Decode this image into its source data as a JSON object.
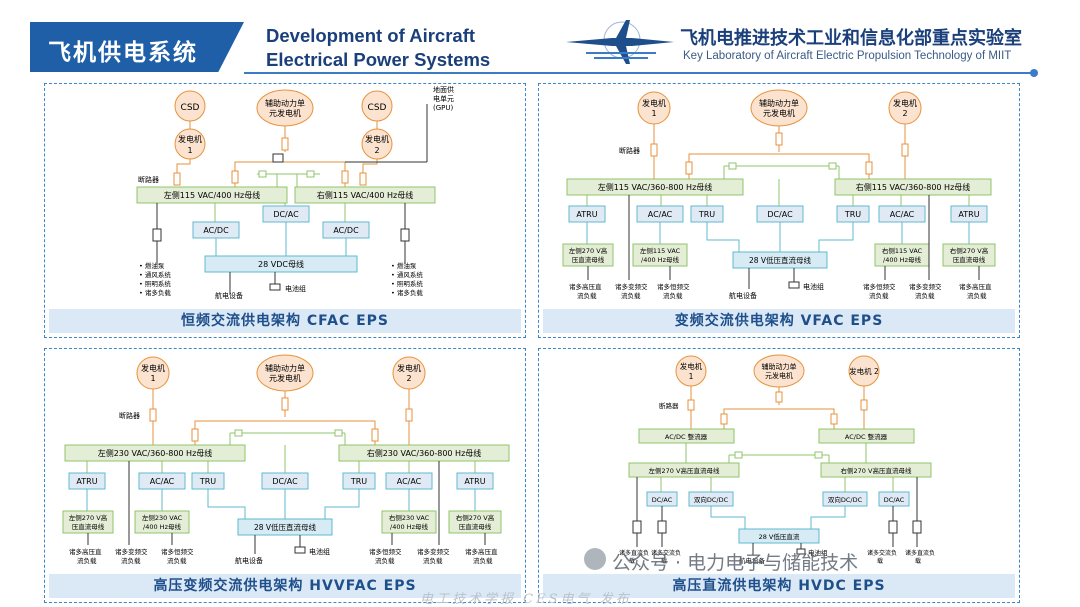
{
  "header": {
    "title_cn": "飞机供电系统",
    "title_en_line1": "Development of Aircraft",
    "title_en_line2": "Electrical Power Systems",
    "lab_cn": "飞机电推进技术工业和信息化部重点实验室",
    "lab_en": "Key Laboratory of Aircraft Electric Propulsion Technology of MIIT"
  },
  "panels": {
    "cfac": {
      "title": "恒频交流供电架构 CFAC EPS",
      "csd": "CSD",
      "gen1": "发电机",
      "gen1_num": "1",
      "gen2": "发电机",
      "gen2_num": "2",
      "apu_line1": "辅助动力单",
      "apu_line2": "元发电机",
      "gpu_line1": "地面供",
      "gpu_line2": "电单元",
      "gpu_line3": "(GPU)",
      "breaker": "断路器",
      "left_bus": "左侧115 VAC/400 Hz母线",
      "right_bus": "右侧115 VAC/400 Hz母线",
      "acdc": "AC/DC",
      "dcac": "DC/AC",
      "dc_bus": "28 VDC母线",
      "avionics": "航电设备",
      "battery": "电池组",
      "loads": [
        "• 燃油泵",
        "• 通风系统",
        "• 照明系统",
        "• 诸多负载"
      ]
    },
    "vfac": {
      "title": "变频交流供电架构 VFAC EPS",
      "gen1": "发电机",
      "gen1_num": "1",
      "gen2": "发电机",
      "gen2_num": "2",
      "apu_line1": "辅助动力单",
      "apu_line2": "元发电机",
      "breaker": "断路器",
      "left_bus": "左侧115 VAC/360-800 Hz母线",
      "right_bus": "右侧115 VAC/360-800 Hz母线",
      "atru": "ATRU",
      "acac": "AC/AC",
      "tru": "TRU",
      "dcac": "DC/AC",
      "hvdc_l1": "左侧270 V高",
      "hvdc_l2": "压直流母线",
      "ac115_l1": "左侧115 VAC",
      "ac115_l2": "/400 Hz母线",
      "hvdc_r1": "右侧270 V高",
      "hvdc_r2": "压直流母线",
      "ac115_r1": "右侧115 VAC",
      "ac115_r2": "/400 Hz母线",
      "lv_bus": "28 V低压直流母线",
      "avionics": "航电设备",
      "battery": "电池组",
      "load_hvdc_1": "诸多高压直",
      "load_hvdc_2": "流负载",
      "load_vf_1": "诸多变频交",
      "load_vf_2": "流负载",
      "load_cf_1": "诸多恒频交",
      "load_cf_2": "流负载"
    },
    "hvvfac": {
      "title": "高压变频交流供电架构 HVVFAC EPS",
      "gen1": "发电机",
      "gen1_num": "1",
      "gen2": "发电机",
      "gen2_num": "2",
      "apu_line1": "辅助动力单",
      "apu_line2": "元发电机",
      "breaker": "断路器",
      "left_bus": "左侧230 VAC/360-800 Hz母线",
      "right_bus": "右侧230 VAC/360-800 Hz母线",
      "atru": "ATRU",
      "acac": "AC/AC",
      "tru": "TRU",
      "dcac": "DC/AC",
      "hvdc_l1": "左侧270 V高",
      "hvdc_l2": "压直流母线",
      "ac230_l1": "左侧230 VAC",
      "ac230_l2": "/400 Hz母线",
      "ac230_r1": "右侧230 VAC",
      "ac230_r2": "/400 Hz母线",
      "hvdc_r1": "右侧270 V高",
      "hvdc_r2": "压直流母线",
      "lv_bus": "28 V低压直流母线",
      "avionics": "航电设备",
      "battery": "电池组",
      "load_hvdc_1": "诸多高压直",
      "load_hvdc_2": "流负载",
      "load_vf_1": "诸多变频交",
      "load_vf_2": "流负载",
      "load_cf_1": "诸多恒频交",
      "load_cf_2": "流负载"
    },
    "hvdc": {
      "title": "高压直流供电架构 HVDC EPS",
      "gen1": "发电机",
      "gen1_num": "1",
      "gen2": "发电机 2",
      "apu_line1": "辅助动力单",
      "apu_line2": "元发电机",
      "breaker": "断路器",
      "rect": "AC/DC 整流器",
      "left_bus": "左侧270 V高压直流母线",
      "right_bus": "右侧270 V高压直流母线",
      "dcac": "DC/AC",
      "bidc": "双向DC/DC",
      "lv_bus": "28 V低压直流",
      "avionics": "航电设备",
      "battery": "电池组",
      "load_ac_1": "诸多交流负",
      "load_ac_2": "载",
      "load_dc_1": "诸多直流负",
      "load_dc_2": "载"
    }
  },
  "watermark": {
    "text": "公众号 · 电力电子与储能技术",
    "journal": "电工技术学报 CES电气 发布"
  },
  "colors": {
    "brand_blue": "#1f5fa8",
    "dashed_border": "#3f86c8",
    "footer_bg": "#dbe9f6",
    "orange_line": "#e7923c",
    "green_line": "#8fc46a",
    "cyan_line": "#5fb9cf",
    "gen_fill": "#fbe3cf",
    "bus_fill": "#e4edd6",
    "box_fill": "#dfeaf5",
    "lv_bus_fill": "#d7ebf4"
  }
}
